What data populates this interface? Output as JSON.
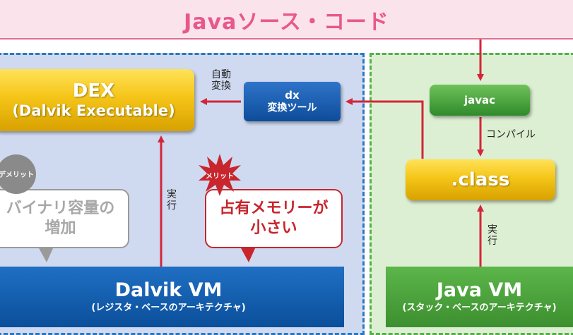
{
  "banner": {
    "title": "Javaソース・コード"
  },
  "dex": {
    "title": "DEX",
    "subtitle": "(Dalvik Executable)"
  },
  "dx": {
    "title": "dx",
    "subtitle": "変換ツール"
  },
  "labels": {
    "auto_convert_1": "自動",
    "auto_convert_2": "変換",
    "execute_left_1": "実",
    "execute_left_2": "行",
    "compile": "コンパイル",
    "execute_right_1": "実",
    "execute_right_2": "行"
  },
  "javac": {
    "title": "javac"
  },
  "class_box": {
    "title": ".class"
  },
  "demerit": {
    "badge": "デメリット",
    "line1": "バイナリ容量の",
    "line2": "増加"
  },
  "merit": {
    "badge": "メリット",
    "line1": "占有メモリーが",
    "line2": "小さい"
  },
  "dalvik_vm": {
    "title": "Dalvik VM",
    "subtitle": "(レジスタ・ベースのアーキテクチャ)"
  },
  "java_vm": {
    "title": "Java VM",
    "subtitle": "(スタック・ベースのアーキテクチャ)"
  },
  "colors": {
    "arrow": "#d3263a",
    "banner_text": "#e8588a",
    "left_panel_border": "#2a78c4",
    "right_panel_border": "#55b04a"
  }
}
